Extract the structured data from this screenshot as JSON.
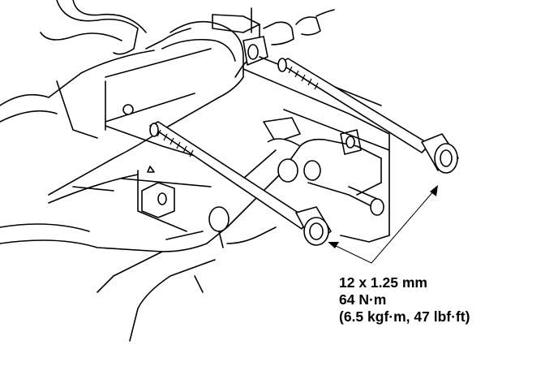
{
  "annotation": {
    "size": "12 x 1.25 mm",
    "torque_nm": "64 N·m",
    "torque_alt": "(6.5 kgf·m, 47 lbf·ft)"
  }
}
